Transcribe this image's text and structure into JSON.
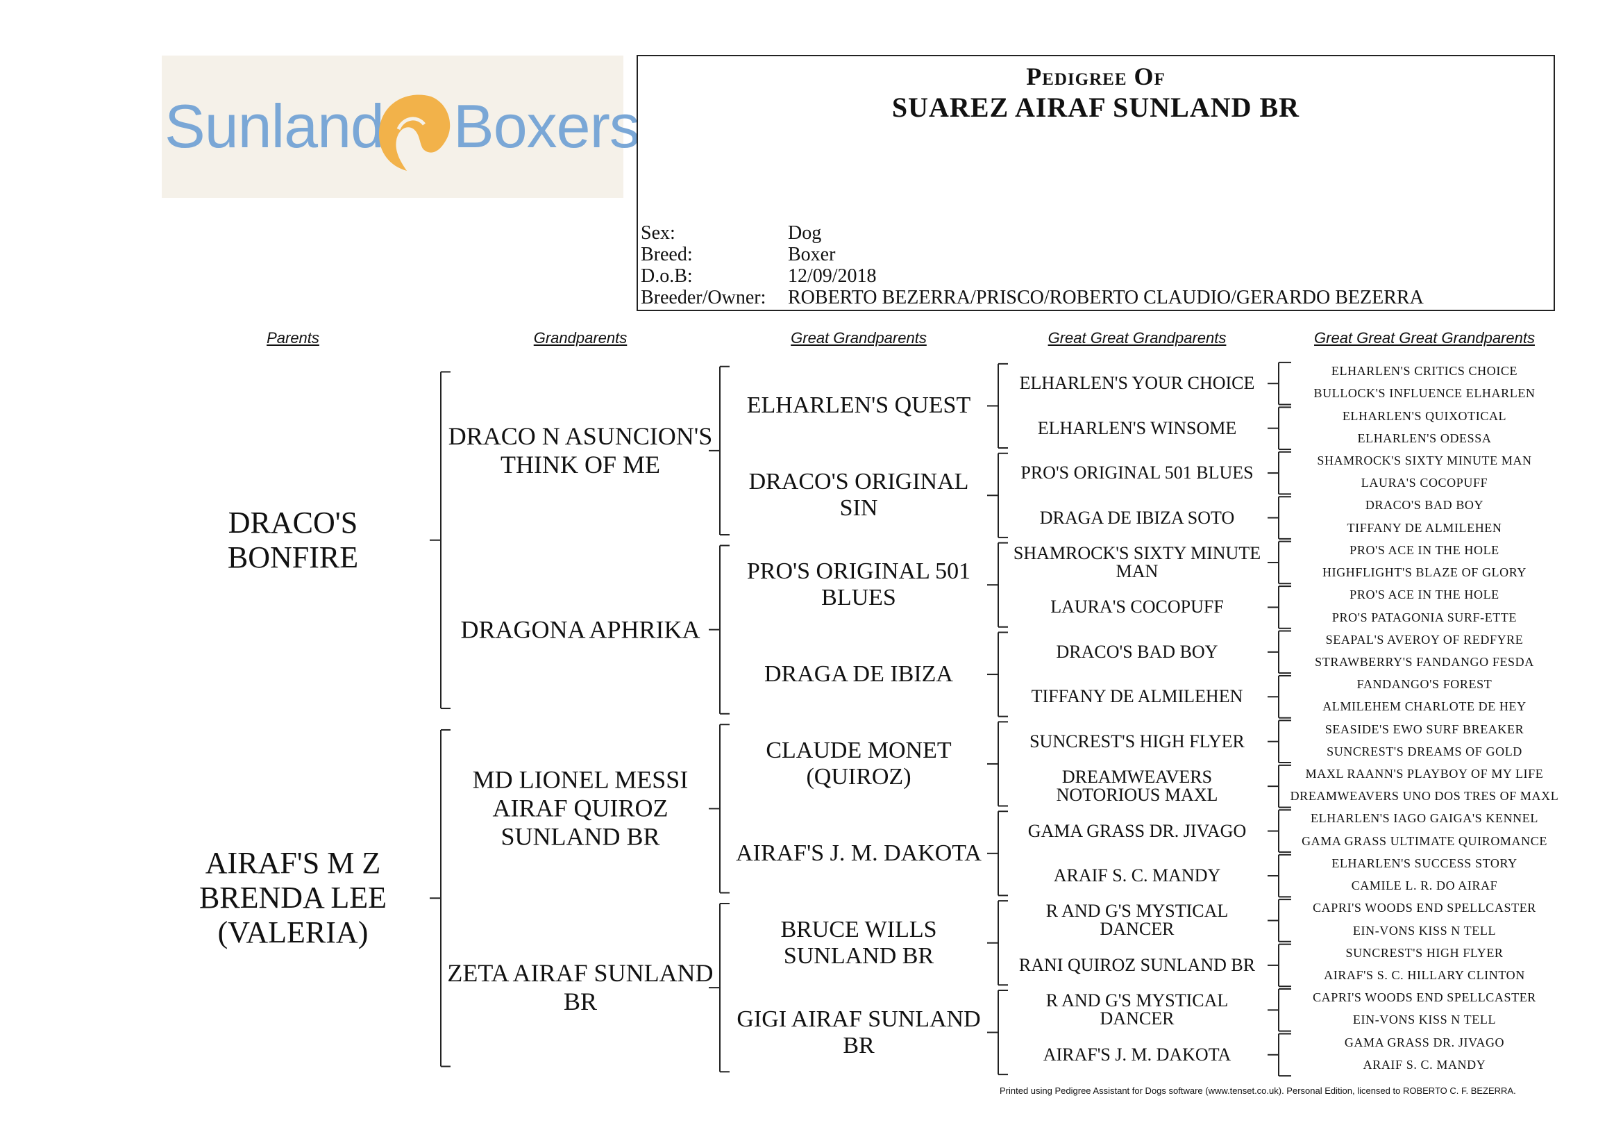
{
  "logo": {
    "word1": "Sunland",
    "word2": "Boxers"
  },
  "title": {
    "line1": "Pedigree Of",
    "line2": "SUAREZ AIRAF SUNLAND BR"
  },
  "info": [
    {
      "label": "Sex:",
      "value": "Dog"
    },
    {
      "label": "Breed:",
      "value": "Boxer"
    },
    {
      "label": "D.o.B:",
      "value": "12/09/2018"
    },
    {
      "label": "Breeder/Owner:",
      "value": "ROBERTO BEZERRA/PRISCO/ROBERTO CLAUDIO/GERARDO BEZERRA"
    }
  ],
  "headers": [
    "Parents",
    "Grandparents",
    "Great Grandparents",
    "Great Great Grandparents",
    "Great Great Great Grandparents"
  ],
  "pedigree": {
    "parents": [
      "DRACO'S BONFIRE",
      "AIRAF'S M Z BRENDA LEE (VALERIA)"
    ],
    "grandparents": [
      "DRACO N ASUNCION'S THINK OF ME",
      "DRAGONA APHRIKA",
      "MD LIONEL MESSI AIRAF QUIROZ SUNLAND BR",
      "ZETA AIRAF SUNLAND BR"
    ],
    "great_grandparents": [
      "ELHARLEN'S QUEST",
      "DRACO'S ORIGINAL SIN",
      "PRO'S ORIGINAL 501 BLUES",
      "DRAGA DE IBIZA",
      "CLAUDE MONET (QUIROZ)",
      "AIRAF'S J. M. DAKOTA",
      "BRUCE WILLS SUNLAND BR",
      "GIGI AIRAF SUNLAND BR"
    ],
    "great_great_grandparents": [
      "ELHARLEN'S YOUR CHOICE",
      "ELHARLEN'S WINSOME",
      "PRO'S ORIGINAL 501 BLUES",
      "DRAGA DE IBIZA SOTO",
      "SHAMROCK'S SIXTY MINUTE MAN",
      "LAURA'S COCOPUFF",
      "DRACO'S BAD BOY",
      "TIFFANY DE ALMILEHEN",
      "SUNCREST'S HIGH FLYER",
      "DREAMWEAVERS NOTORIOUS MAXL",
      "GAMA GRASS DR. JIVAGO",
      "ARAIF S. C. MANDY",
      "R AND G'S MYSTICAL DANCER",
      "RANI QUIROZ SUNLAND BR",
      "R AND G'S MYSTICAL DANCER",
      "AIRAF'S J. M. DAKOTA"
    ],
    "great_great_great_grandparents": [
      "ELHARLEN'S CRITICS CHOICE",
      "BULLOCK'S INFLUENCE ELHARLEN",
      "ELHARLEN'S QUIXOTICAL",
      "ELHARLEN'S ODESSA",
      "SHAMROCK'S SIXTY MINUTE MAN",
      "LAURA'S COCOPUFF",
      "DRACO'S BAD BOY",
      "TIFFANY DE ALMILEHEN",
      "PRO'S ACE IN THE HOLE",
      "HIGHFLIGHT'S BLAZE OF GLORY",
      "PRO'S ACE IN THE HOLE",
      "PRO'S PATAGONIA SURF-ETTE",
      "SEAPAL'S AVEROY OF REDFYRE",
      "STRAWBERRY'S FANDANGO FESDA",
      "FANDANGO'S FOREST",
      "ALMILEHEM CHARLOTE DE HEY",
      "SEASIDE'S EWO SURF BREAKER",
      "SUNCREST'S DREAMS OF GOLD",
      "MAXL RAANN'S PLAYBOY OF MY LIFE",
      "DREAMWEAVERS UNO DOS TRES OF MAXL",
      "ELHARLEN'S IAGO GAIGA'S KENNEL",
      "GAMA GRASS ULTIMATE QUIROMANCE",
      "ELHARLEN'S SUCCESS STORY",
      "CAMILE L. R. DO AIRAF",
      "CAPRI'S WOODS END SPELLCASTER",
      "EIN-VONS KISS N TELL",
      "SUNCREST'S HIGH FLYER",
      "AIRAF'S S. C. HILLARY CLINTON",
      "CAPRI'S WOODS END SPELLCASTER",
      "EIN-VONS KISS N TELL",
      "GAMA GRASS DR. JIVAGO",
      "ARAIF S. C. MANDY"
    ]
  },
  "footer": "Printed using Pedigree Assistant for Dogs software (www.tenset.co.uk). Personal Edition, licensed to ROBERTO C. F. BEZERRA.",
  "colors": {
    "logo_text": "#7aa7d6",
    "logo_mark": "#f2b24a",
    "logo_bg": "#f5f1e9"
  }
}
